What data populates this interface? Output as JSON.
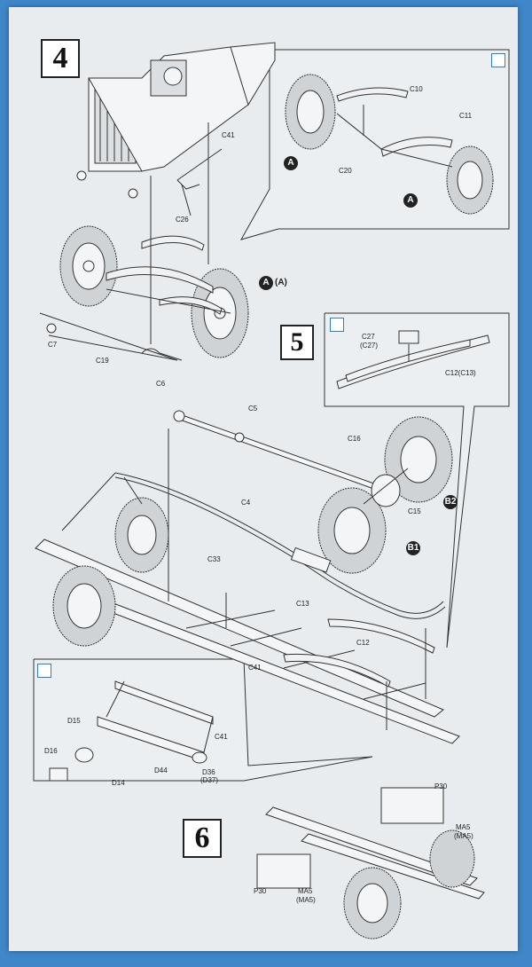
{
  "steps": {
    "s4": "4",
    "s5": "5",
    "s6": "6"
  },
  "callouts": {
    "a1": "A",
    "a2": "A",
    "a3": "A",
    "a4": "(A)",
    "b1": "B1",
    "b2": "B2"
  },
  "labels": {
    "c10": "C10",
    "c11": "C11",
    "c20": "C20",
    "c41a": "C41",
    "c26": "C26",
    "c7": "C7",
    "c19": "C19",
    "c6": "C6",
    "c27": "C27",
    "c27p": "(C27)",
    "c12c13": "C12(C13)",
    "c5": "C5",
    "c16": "C16",
    "c15": "C15",
    "c4": "C4",
    "c33": "C33",
    "c13": "C13",
    "c12": "C12",
    "c41b": "C41",
    "c41c": "C41",
    "d15": "D15",
    "d16": "D16",
    "d14": "D14",
    "d44": "D44",
    "d36": "D36",
    "d37": "(D37)",
    "p30a": "P30",
    "ma5a": "MA5",
    "ma5ap": "(MA5)",
    "p30b": "P30",
    "ma5b": "MA5",
    "ma5bp": "(MA5)"
  },
  "colors": {
    "background": "#3f87c9",
    "paper": "#e9ecee",
    "ink": "#222222",
    "accent": "#2f7ec0"
  }
}
